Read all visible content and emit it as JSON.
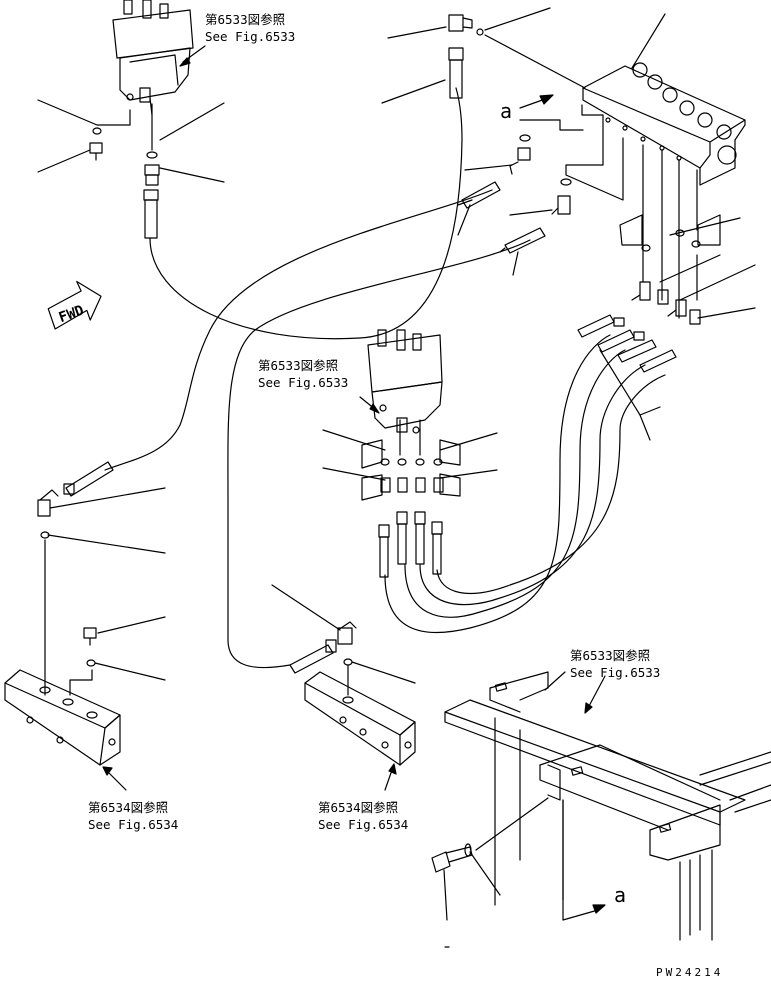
{
  "refs": {
    "fig6533_jp": "第6533図参照",
    "fig6533_en": "See Fig.6533",
    "fig6534_jp": "第6534図参照",
    "fig6534_en": "See Fig.6534"
  },
  "fwd_label": "FWD",
  "detail_mark": "a",
  "drawing_no": "PW24214"
}
